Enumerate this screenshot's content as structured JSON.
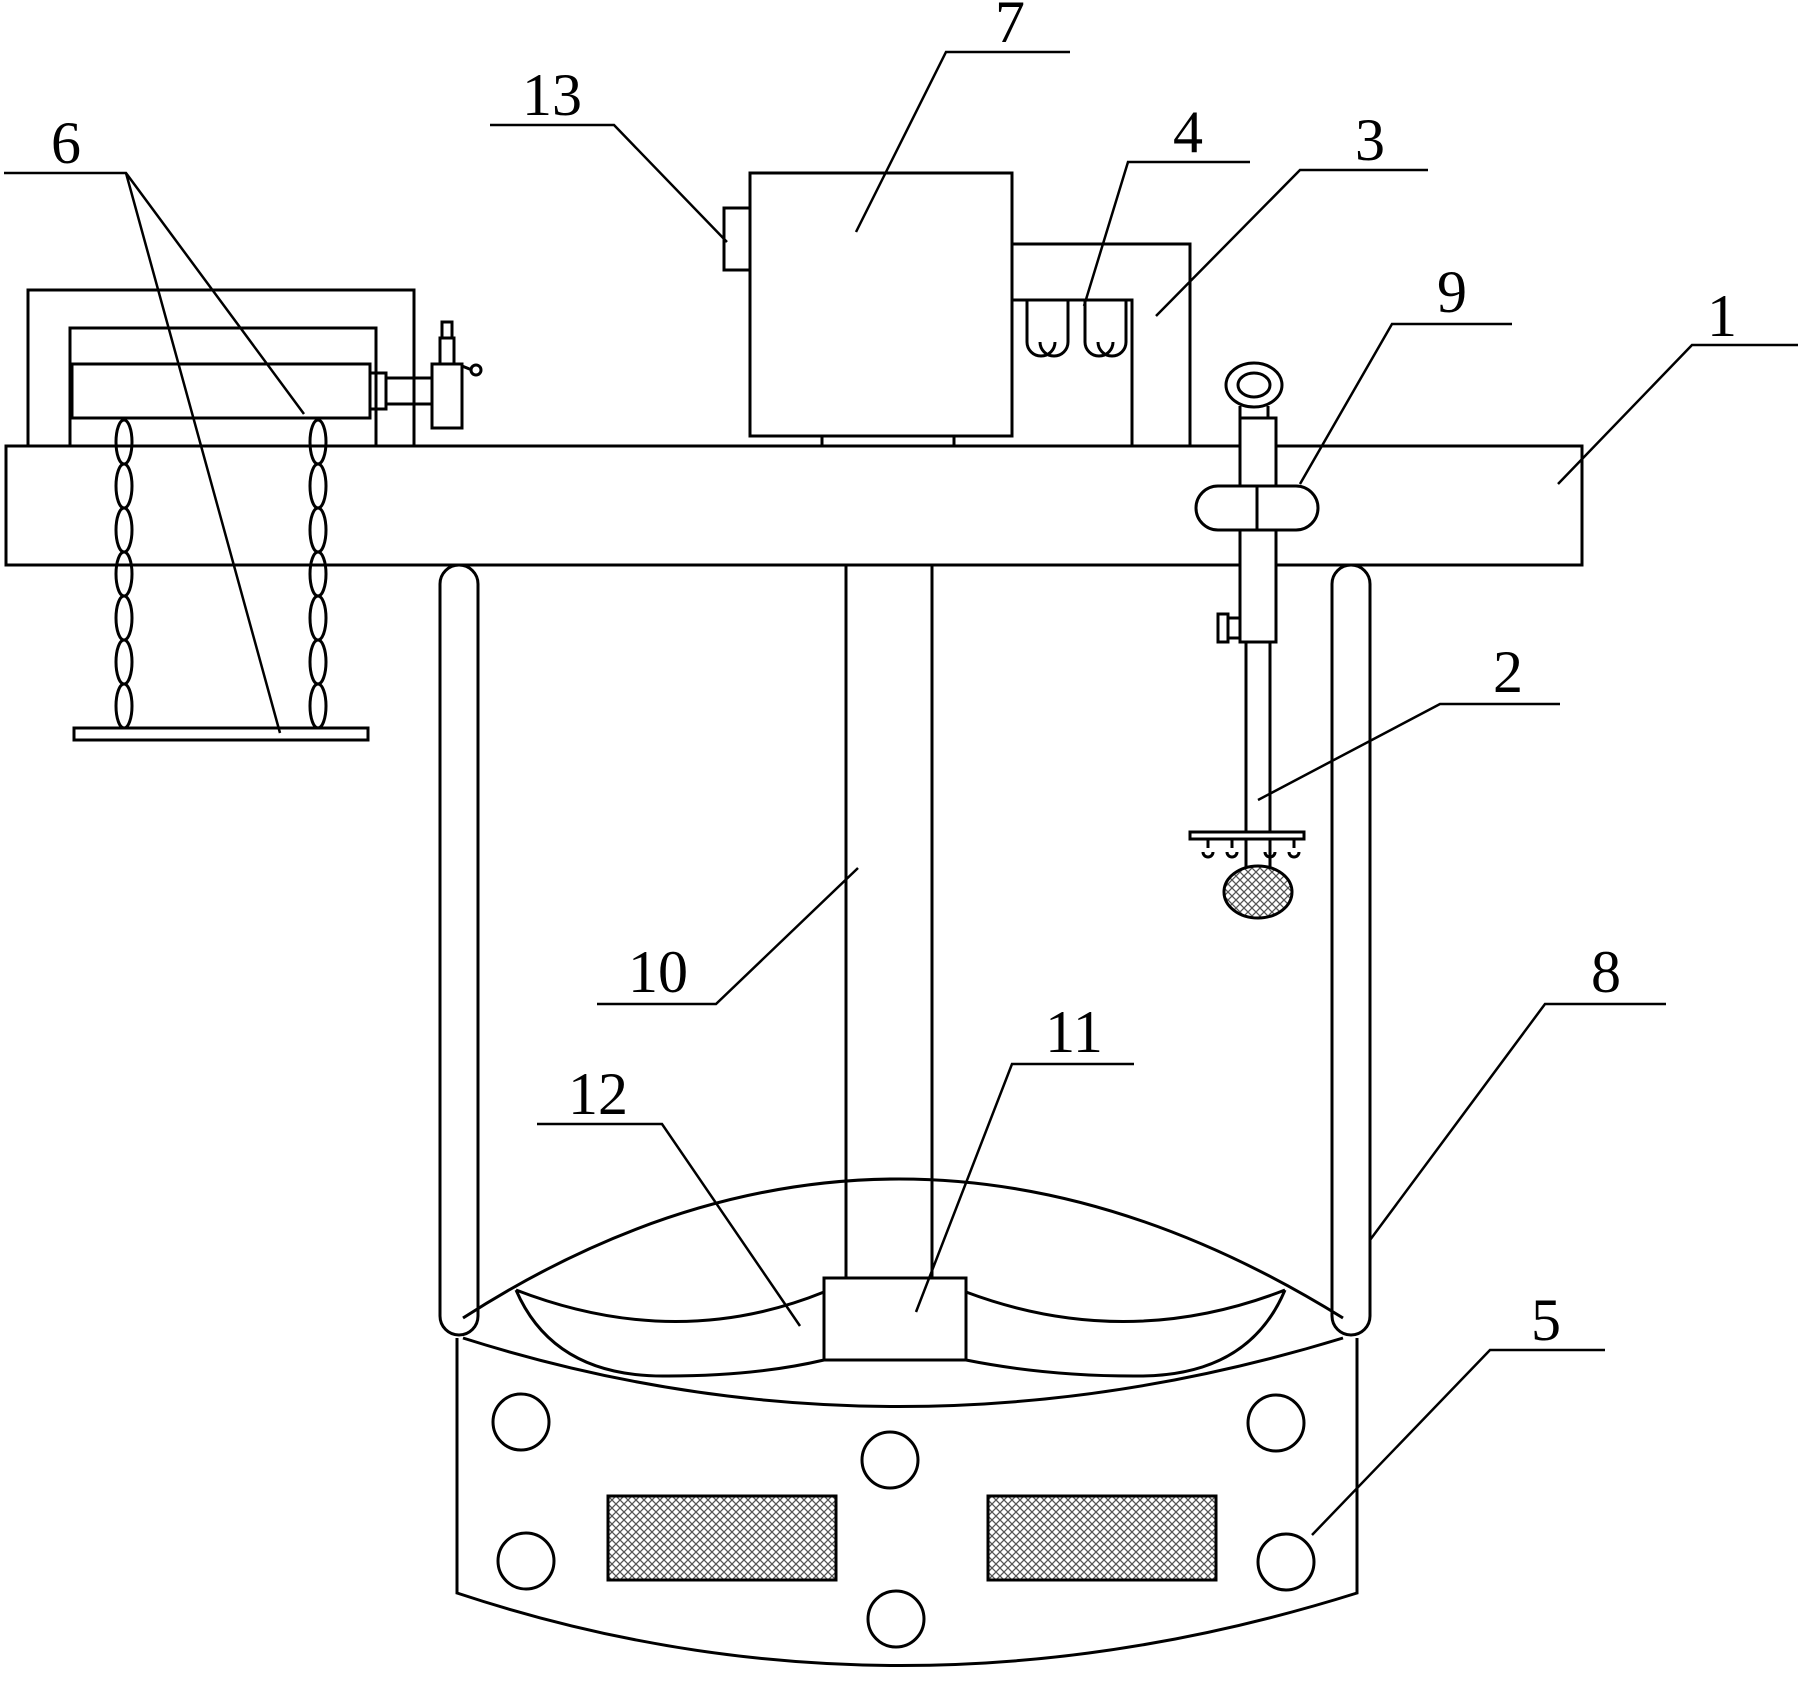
{
  "colors": {
    "ink": "#000000",
    "paper": "#ffffff",
    "hatch": "#555555"
  },
  "labels": [
    {
      "id": "label-1",
      "text": "1"
    },
    {
      "id": "label-2",
      "text": "2"
    },
    {
      "id": "label-3",
      "text": "3"
    },
    {
      "id": "label-4",
      "text": "4"
    },
    {
      "id": "label-5",
      "text": "5"
    },
    {
      "id": "label-6",
      "text": "6"
    },
    {
      "id": "label-7",
      "text": "7"
    },
    {
      "id": "label-8",
      "text": "8"
    },
    {
      "id": "label-9",
      "text": "9"
    },
    {
      "id": "label-10",
      "text": "10"
    },
    {
      "id": "label-11",
      "text": "11"
    },
    {
      "id": "label-12",
      "text": "12"
    },
    {
      "id": "label-13",
      "text": "13"
    }
  ]
}
